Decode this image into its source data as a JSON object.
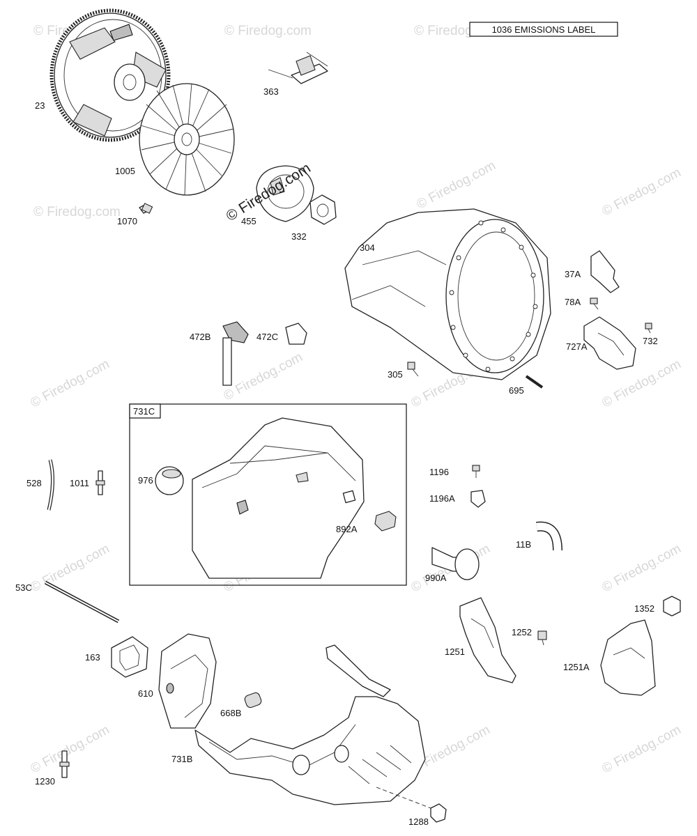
{
  "emissions_label": "1036 EMISSIONS LABEL",
  "watermark_text": "© Firedog.com",
  "center_watermark": "© Firedog.com",
  "callouts": {
    "p23": "23",
    "p1005": "1005",
    "p1070": "1070",
    "p363": "363",
    "p455": "455",
    "p332": "332",
    "p304": "304",
    "p37A": "37A",
    "p78A": "78A",
    "p727A": "727A",
    "p732": "732",
    "p305": "305",
    "p695": "695",
    "p472B": "472B",
    "p472C": "472C",
    "p731C": "731C",
    "p976": "976",
    "p892A": "892A",
    "p528": "528",
    "p1011": "1011",
    "p1196": "1196",
    "p1196A": "1196A",
    "p11B": "11B",
    "p990A": "990A",
    "p53C": "53C",
    "p163": "163",
    "p610": "610",
    "p668B": "668B",
    "p731B": "731B",
    "p1230": "1230",
    "p1288": "1288",
    "p1251": "1251",
    "p1252": "1252",
    "p1251A": "1251A",
    "p1352": "1352"
  }
}
